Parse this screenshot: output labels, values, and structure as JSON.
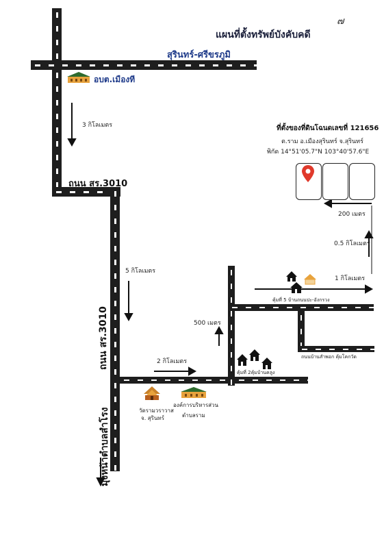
{
  "page": {
    "number": "๗"
  },
  "title": "แผนที่ตั้งทรัพย์บังคับคดี",
  "roads": {
    "top_highway": "สุรินทร์-ศรีขรภูมิ",
    "road_3010_h": "ถนน สร.3010",
    "road_3010_v": "ถนน สร.3010",
    "direction_to": "มุ่งหน้าตำบลสำโรง",
    "village_road": "ถนนบ้านสำพอก คุ้มโคกวัด"
  },
  "distances": {
    "d3km": "3 กิโลเมตร",
    "d5km": "5 กิโลเมตร",
    "d2km": "2 กิโลเมตร",
    "d500m": "500 เมตร",
    "d1km": "1 กิโลเมตร",
    "d05km": "0.5 กิโลเมตร",
    "d200m": "200 เมตร"
  },
  "landmarks": {
    "obt_mueang": "อบต.เมืองที",
    "temple_line1": "วัดรามวราวาส",
    "temple_line2": "จ. สุรินทร์",
    "sao_line1": "องค์การบริหารส่วน",
    "sao_line2": "ตำบลราม",
    "village5": "คุ้มที่ 5 บ้านถนนปะ-อังกรวง",
    "village2": "คุ้มที่ 2คุ้มบ้านคลูง"
  },
  "property": {
    "heading": "ที่ตั้งของที่ดินโฉนดเลขที่ 121656",
    "address": "ต.ราม อ.เมืองสุรินทร์ จ.สุรินทร์",
    "coords": "พิกัด 14°51'05.7\"N 103°40'57.6\"E"
  },
  "colors": {
    "road": "#1e1e1e",
    "road_label": "#1f3b8a",
    "pin": "#e0392b",
    "roof": "#e8a33d"
  }
}
